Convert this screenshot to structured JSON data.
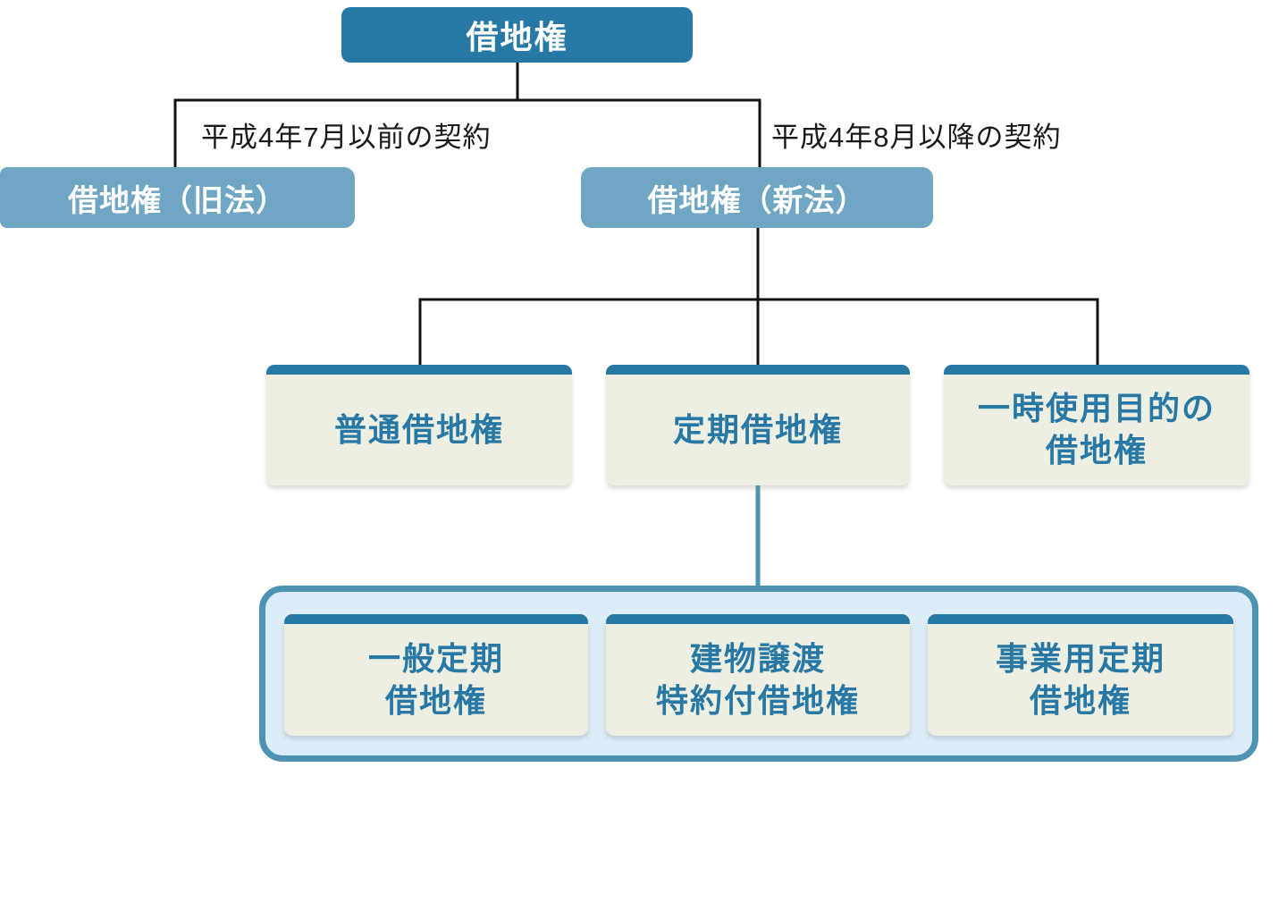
{
  "diagram": {
    "nodes": {
      "root": "借地権",
      "old_law": "借地権（旧法）",
      "new_law": "借地権（新法）",
      "ordinary": "普通借地権",
      "fixed_term": "定期借地権",
      "temporary": "一時使用目的の\n借地権",
      "general_fixed": "一般定期\n借地権",
      "building_transfer": "建物譲渡\n特約付借地権",
      "business_fixed": "事業用定期\n借地権"
    },
    "edge_labels": {
      "left": "平成4年7月以前の契約",
      "right": "平成4年8月以降の契約"
    },
    "colors": {
      "dark_blue": "#2878a5",
      "light_blue_node": "#6fa6c3",
      "card_body": "#edefe2",
      "card_text": "#2878a5",
      "group_fill": "#dcecf9",
      "group_border": "#4e93b3",
      "connector_black": "#111111"
    }
  }
}
